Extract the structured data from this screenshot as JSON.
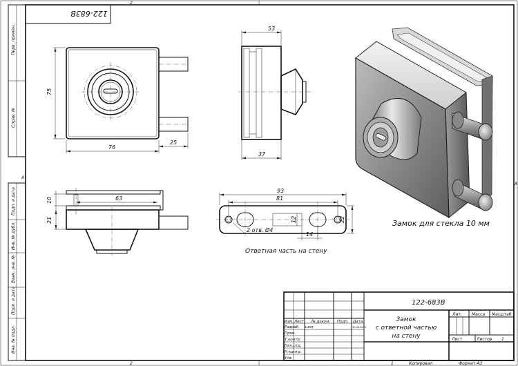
{
  "drawing_number": "122-683В",
  "drawing_number_rotated": "122-683В",
  "frame_markers": {
    "top_zone": "2",
    "bottom_zone": "2",
    "left_zone": "A",
    "right_zone": "A"
  },
  "left_strip_labels": [
    "Перв. примен.",
    "Справ. №",
    "Подп. и дата",
    "Инв. № дубл.",
    "Взам. инв. №",
    "Подп. и дата",
    "Инв. № подл."
  ],
  "dimensions": {
    "front_height": "75",
    "front_width": "76",
    "front_pin": "25",
    "side_top": "53",
    "side_bottom": "37",
    "plan_63": "63",
    "plan_10": "10",
    "plan_21": "21",
    "strike_93": "93",
    "strike_81": "81",
    "strike_22": "22",
    "strike_12": "12",
    "strike_14": "14",
    "strike_holes": "2 отв. Ø4"
  },
  "strike_caption": "Ответная часть на стену",
  "iso_caption": "Замок для стекла 10 мм",
  "title_block": {
    "designation": "122-683В",
    "name_lines": [
      "Замок",
      "с ответной частью",
      "на стену"
    ],
    "header_cols": [
      "Изм.",
      "Лист",
      "№ докум.",
      "Подп.",
      "Дата"
    ],
    "rows": [
      "Разраб.",
      "Пров.",
      "Т.контр.",
      "Нач.отд.",
      "Н.контр.",
      "Утв."
    ],
    "developer": "user",
    "date": "30.09.2019",
    "lit_label": "Лит.",
    "mass_label": "Масса",
    "scale_label": "Масштаб",
    "sheet_label": "Лист",
    "sheets_label": "Листов",
    "sheets_value": "1",
    "copied": "Копировал",
    "format": "Формат A3",
    "bottom_sheet_num": "1"
  }
}
